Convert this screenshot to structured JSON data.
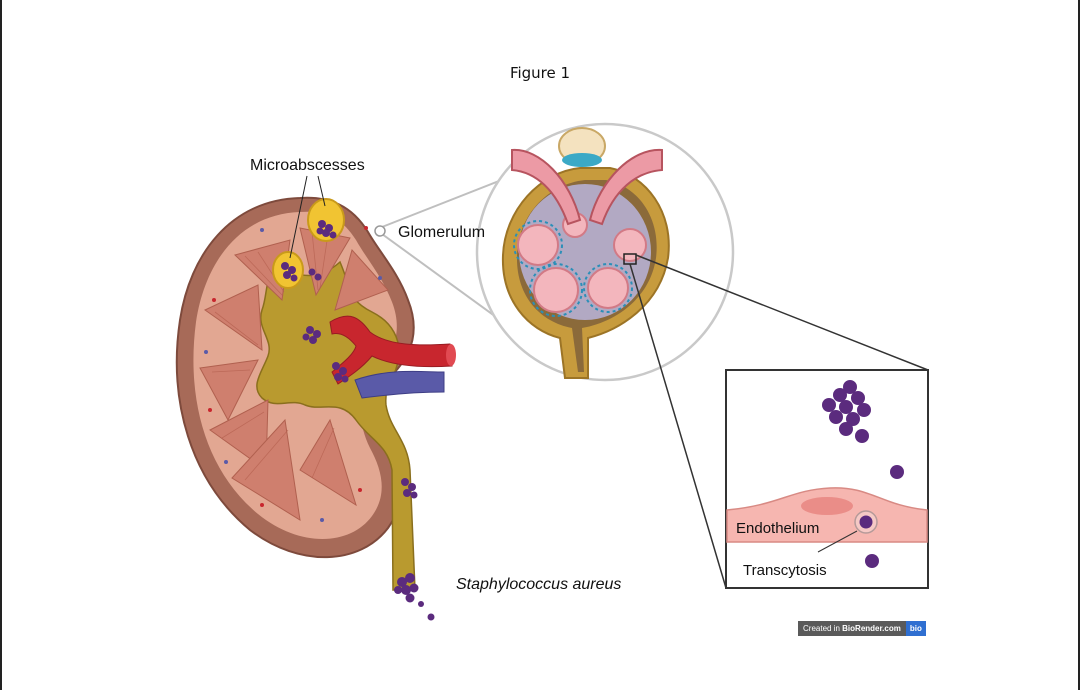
{
  "figure": {
    "title": "Figure 1"
  },
  "labels": {
    "microabscesses": "Microabscesses",
    "glomerulum": "Glomerulum",
    "endothelium": "Endothelium",
    "transcytosis": "Transcytosis",
    "bacterium": "Staphylococcus aureus"
  },
  "credit": {
    "prefix": "Created in",
    "brand": "BioRender.com",
    "logo": "bio"
  },
  "colors": {
    "kidney_capsule": "#a76a58",
    "cortex": "#e2a792",
    "pyramid": "#cf7f6e",
    "pelvis": "#b99a2f",
    "artery": "#c8262e",
    "vein": "#5a5aa8",
    "bacteria": "#5b2b7e",
    "abscess": "#f1c432",
    "endothelium": "#f6b6b0"
  },
  "icons": [
    "kidney-illustration",
    "glomerulus-illustration",
    "bacteria-cluster-icon"
  ]
}
